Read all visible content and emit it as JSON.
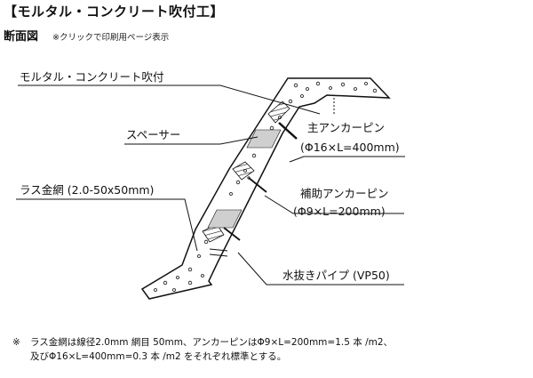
{
  "header": {
    "title": "【モルタル・コンクリート吹付工】",
    "section": "断面図",
    "print_note": "※クリックで印刷用ページ表示"
  },
  "labels": {
    "mortar": "モルタル・コンクリート吹付",
    "spacer": "スペーサー",
    "lath": "ラス金網 (2.0-50x50mm)",
    "main_anchor": "主アンカーピン",
    "main_anchor_spec": "(Φ16×L=400mm)",
    "sub_anchor": "補助アンカーピン",
    "sub_anchor_spec": "(Φ9×L=200mm)",
    "drain": "水抜きパイプ (VP50)"
  },
  "footnote": {
    "mark": "※",
    "line1": "ラス金網は線径2.0mm 網目 50mm、アンカーピンはΦ9×L=200mm=1.5 本 /m2、",
    "line2": "及びΦ16×L=400mm=0.3 本 /m2 をそれぞれ標準とする。"
  },
  "colors": {
    "line": "#111111",
    "spacer_fill": "#cfcfcf",
    "background": "#ffffff"
  }
}
